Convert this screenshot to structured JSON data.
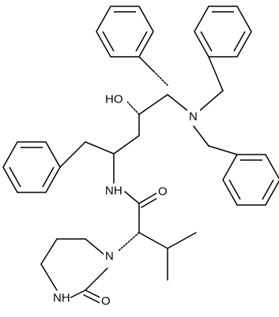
{
  "atom_labels": {
    "hydroxyl": "HO",
    "amine_n": "N",
    "amide_nh": "NH",
    "amide_o": "O",
    "ring_n": "N",
    "ring_nh": "NH",
    "ring_o": "O"
  },
  "colors": {
    "bond": "#000000",
    "background": "#ffffff"
  }
}
